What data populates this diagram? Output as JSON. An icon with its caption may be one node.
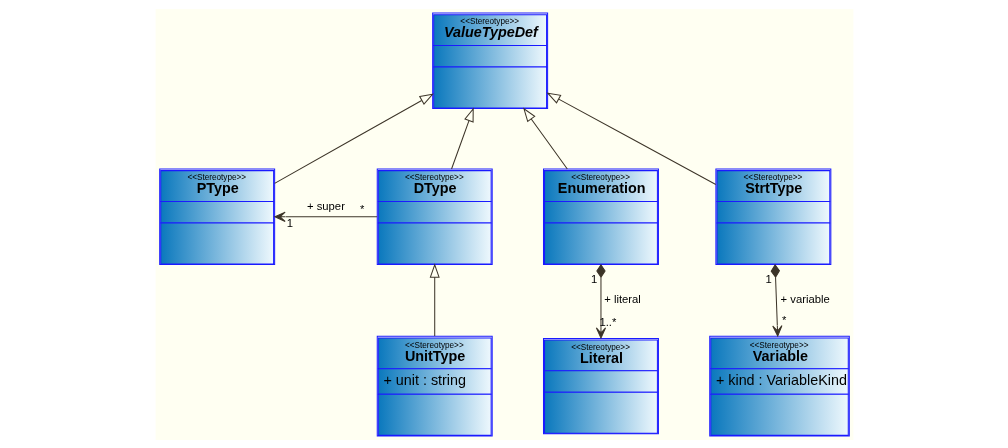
{
  "diagram": {
    "nodes": [
      {
        "text": [
          "<<Stereotype>>",
          "ValueTypeDef"
        ]
      },
      {
        "text": [
          "<<Stereotype>>",
          "PType"
        ]
      },
      {
        "text": [
          "<<Stereotype>>",
          "DType"
        ]
      },
      {
        "text": [
          "<<Stereotype>>",
          "Enumeration"
        ]
      },
      {
        "text": [
          "<<Stereotype>>",
          "StrtType"
        ]
      },
      {
        "text": [
          "<<Stereotype>>",
          "UnitType",
          "+ unit : string"
        ]
      },
      {
        "text": [
          "<<Stereotype>>",
          "Literal"
        ]
      },
      {
        "text": [
          "<<Stereotype>>",
          "Variable",
          "+ kind : VariableKind"
        ]
      }
    ],
    "edges": [
      {
        "from": 1,
        "to": 0,
        "arrow": "to"
      },
      {
        "from": 2,
        "to": 0,
        "arrow": "to"
      },
      {
        "from": 3,
        "to": 0,
        "arrow": "to"
      },
      {
        "from": 4,
        "to": 0,
        "arrow": "to"
      },
      {
        "from": 2,
        "to": 1,
        "arrow": "to",
        "label": "+ super"
      },
      {
        "from": 5,
        "to": 2,
        "arrow": "to"
      },
      {
        "from": 3,
        "to": 6,
        "arrow": "to",
        "label": "+ literal"
      },
      {
        "from": 4,
        "to": 7,
        "arrow": "to",
        "label": "+ variable"
      }
    ],
    "labels": [
      "1",
      "*",
      "1",
      "1..*",
      "1",
      "*"
    ]
  }
}
